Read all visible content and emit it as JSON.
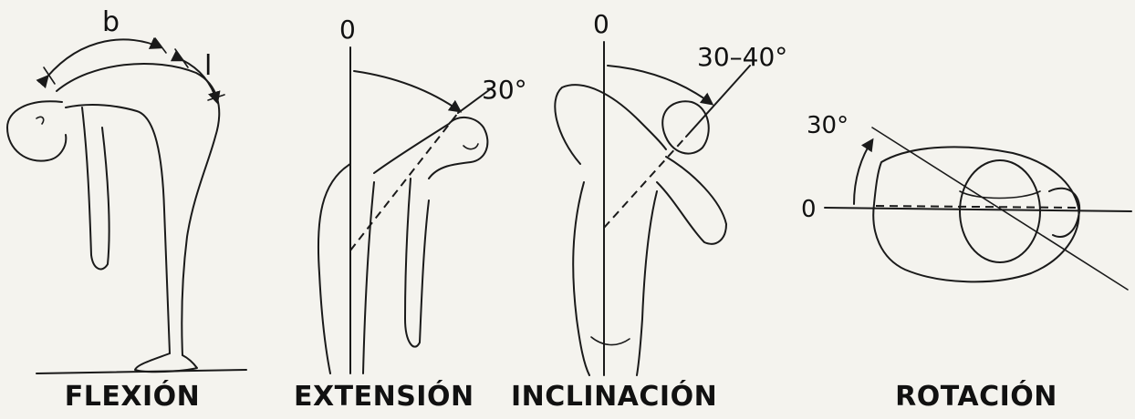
{
  "panels": [
    {
      "label": "FLEXIÓN",
      "markers": {
        "arc_top": "b",
        "arc_side": "l"
      }
    },
    {
      "label": "EXTENSIÓN",
      "markers": {
        "zero": "0",
        "angle": "30°"
      }
    },
    {
      "label": "INCLINACIÓN",
      "markers": {
        "zero": "0",
        "angle": "30–40°"
      }
    },
    {
      "label": "ROTACIÓN",
      "markers": {
        "zero": "0",
        "angle": "30°"
      }
    }
  ],
  "colors": {
    "background": "#f4f3ee",
    "ink": "#1a1a1a"
  }
}
